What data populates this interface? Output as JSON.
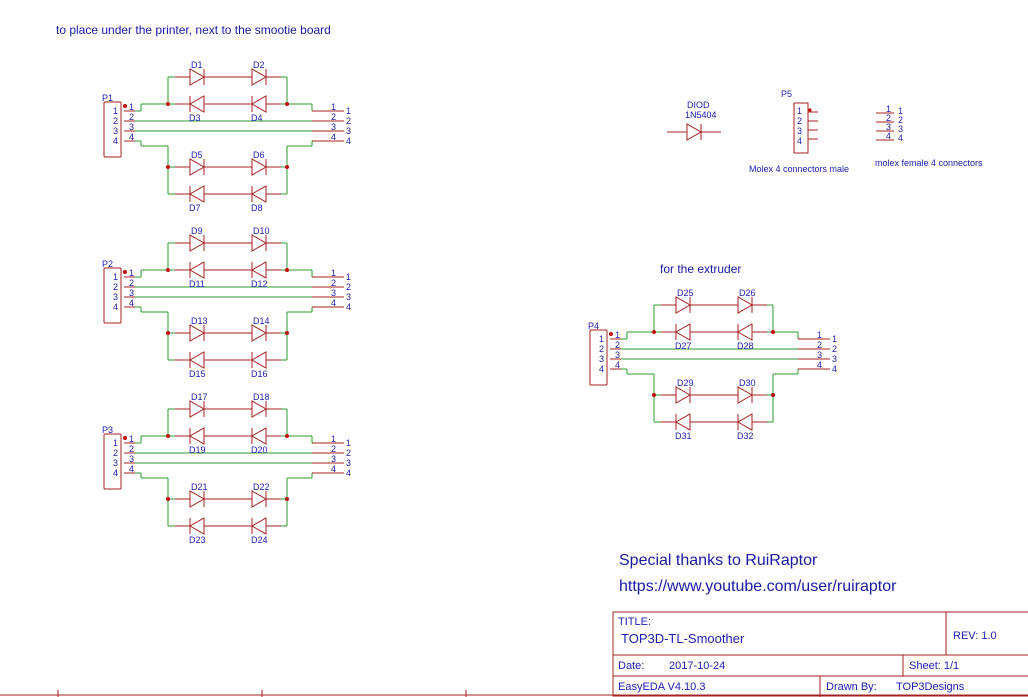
{
  "notes": {
    "top": "to place under the printer, next to the smootie board",
    "extruder": "for the extruder",
    "thanks": "Special thanks to RuiRaptor",
    "url": "https://www.youtube.com/user/ruiraptor"
  },
  "legend": {
    "diode_name": "DIOD",
    "diode_part": "1N5404",
    "p5": "P5",
    "male_caption": "Molex 4 connectors male",
    "female_caption": "molex female 4 connectors"
  },
  "pin_numbers": [
    "1",
    "2",
    "3",
    "4"
  ],
  "blocks": [
    {
      "connector": "P1",
      "diodes": [
        "D1",
        "D2",
        "D3",
        "D4",
        "D5",
        "D6",
        "D7",
        "D8"
      ]
    },
    {
      "connector": "P2",
      "diodes": [
        "D9",
        "D10",
        "D11",
        "D12",
        "D13",
        "D14",
        "D15",
        "D16"
      ]
    },
    {
      "connector": "P3",
      "diodes": [
        "D17",
        "D18",
        "D19",
        "D20",
        "D21",
        "D22",
        "D23",
        "D24"
      ]
    },
    {
      "connector": "P4",
      "diodes": [
        "D25",
        "D26",
        "D27",
        "D28",
        "D29",
        "D30",
        "D31",
        "D32"
      ]
    }
  ],
  "title_block": {
    "title_label": "TITLE:",
    "title": "TOP3D-TL-Smoother",
    "rev": "REV:  1.0",
    "date_label": "Date:",
    "date": "2017-10-24",
    "sheet": "Sheet:    1/1",
    "tool": "EasyEDA V4.10.3",
    "drawn_label": "Drawn By:",
    "drawn_by": "TOP3Designs"
  },
  "colors": {
    "wire": "#2e9a2e",
    "component": "#a52020",
    "junction": "#c01010",
    "label": "#2020b8",
    "border": "#a52020"
  }
}
